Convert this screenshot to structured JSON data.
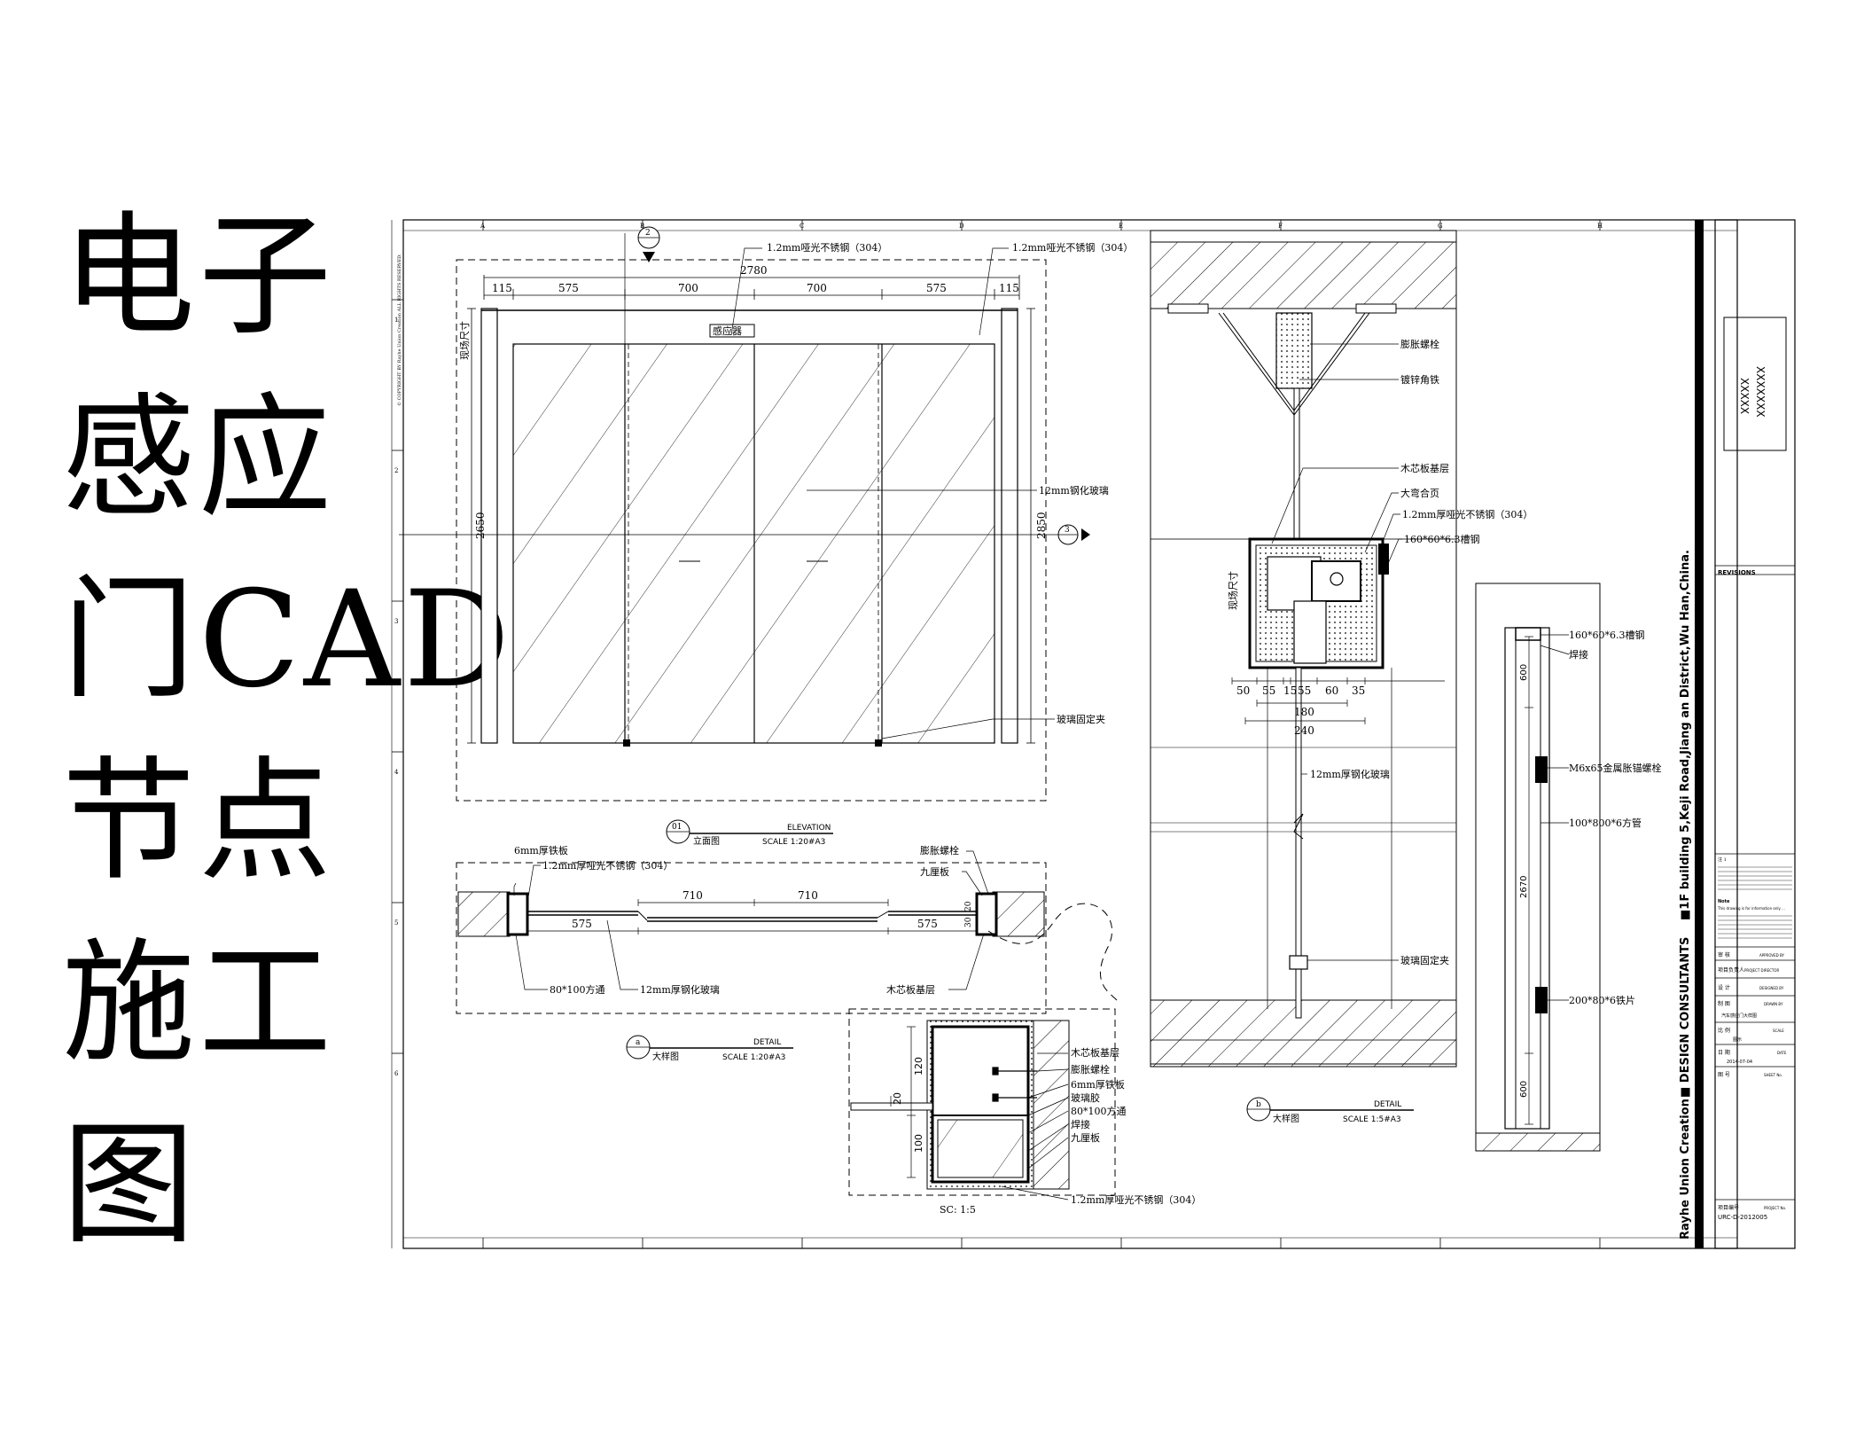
{
  "title_lines": [
    "电子",
    "感应",
    "门CAD",
    "节点",
    "施工",
    "图"
  ],
  "elevation": {
    "dims_top": [
      "115",
      "575",
      "700",
      "700",
      "575",
      "115"
    ],
    "dim_total": "2780",
    "dim_left": "2650",
    "dim_right": "2850",
    "sensor": "感应器",
    "site_size": "现场尺寸",
    "note_ss1": "1.2mm哑光不锈钢（304）",
    "note_ss2": "1.2mm哑光不锈钢（304）",
    "note_glass": "12mm钢化玻璃",
    "note_clip": "玻璃固定夹",
    "tag_no": "01",
    "tag_name": "立面图",
    "tag_title": "ELEVATION",
    "tag_scale": "SCALE  1:20#A3",
    "callout_1": "2",
    "callout_2": "3"
  },
  "plan": {
    "l_steel": "6mm厚铁板",
    "l_ss": "1.2mm厚哑光不锈钢（304）",
    "l_tube": "80*100方通",
    "l_glass": "12mm厚钢化玻璃",
    "r_bolt": "膨胀螺栓",
    "r_ply": "九厘板",
    "r_core": "木芯板基层",
    "d710a": "710",
    "d710b": "710",
    "d575a": "575",
    "d575b": "575",
    "d20": "20",
    "d30": "30",
    "tag_no": "a",
    "tag_name": "大样图",
    "tag_title": "DETAIL",
    "tag_scale": "SCALE  1:20#A3"
  },
  "detail_small": {
    "items": [
      "木芯板基层",
      "膨胀螺栓",
      "6mm厚铁板",
      "玻璃胶",
      "80*100方通",
      "焊接",
      "九厘板"
    ],
    "bottom": "1.2mm厚哑光不锈钢（304）",
    "d120": "120",
    "d20": "20",
    "d100": "100",
    "sc": "SC:  1:5"
  },
  "section": {
    "labels": [
      "膨胀螺栓",
      "镀锌角铁",
      "木芯板基层",
      "大弯合页",
      "1.2mm厚哑光不锈钢（304）",
      "160*60*6.3槽钢"
    ],
    "dims": [
      "50",
      "55",
      "15",
      "55",
      "60",
      "35"
    ],
    "d180": "180",
    "d240": "240",
    "site_size": "现场尺寸",
    "glass": "12mm厚钢化玻璃",
    "clip": "玻璃固定夹",
    "tag_no": "b",
    "tag_name": "大样图",
    "tag_title": "DETAIL",
    "tag_scale": "SCALE  1:5#A3"
  },
  "side": {
    "labels": [
      "160*60*6.3槽钢",
      "焊接",
      "M6x65金属胀锚螺栓",
      "100*800*6方管",
      "200*80*6铁片"
    ],
    "d600a": "600",
    "d2670": "2670",
    "d600b": "600"
  },
  "border": {
    "cols": [
      "A",
      "B",
      "C",
      "D",
      "E",
      "F",
      "G",
      "H"
    ],
    "rows": [
      "1",
      "2",
      "3",
      "4",
      "5",
      "6"
    ],
    "copyright": "© COPYRIGHT BY Rayhe Union Creation ALL RIGHTS RESERVED."
  },
  "vertical_strip": {
    "firm": "Rayhe Union Creation",
    "dc": "■ DESIGN CONSULTANTS",
    "address": "■1F building 5,Keji Road,Jiang an District,Wu Han,China."
  },
  "titleblock": {
    "logo_1": "XXXXXXX",
    "logo_2": "XXXXX",
    "revisions": "REVISIONS",
    "note_1": "注 1",
    "note_2": "Note",
    "notes_en": "This drawing is for information only ...",
    "rows": [
      {
        "cn": "审 核",
        "en": "APPROVED BY"
      },
      {
        "cn": "项目负责人",
        "en": "PROJECT DIRECTOR"
      },
      {
        "cn": "设 计",
        "en": "DESIGNED BY"
      },
      {
        "cn": "制 图",
        "en": "DRAWN BY"
      },
      {
        "cn": "比 例",
        "en": "SCALE"
      },
      {
        "cn": "日 期",
        "en": "DATE"
      }
    ],
    "drawing_name": "汽车感应门大样图",
    "scale_val": "图示",
    "date_val": "2014-07-04",
    "sheet_cn": "图 号",
    "sheet_en": "SHEET No.",
    "proj_cn": "项目编号",
    "proj_en": "PROJECT No.",
    "proj_no": "URC-D-2012005"
  }
}
